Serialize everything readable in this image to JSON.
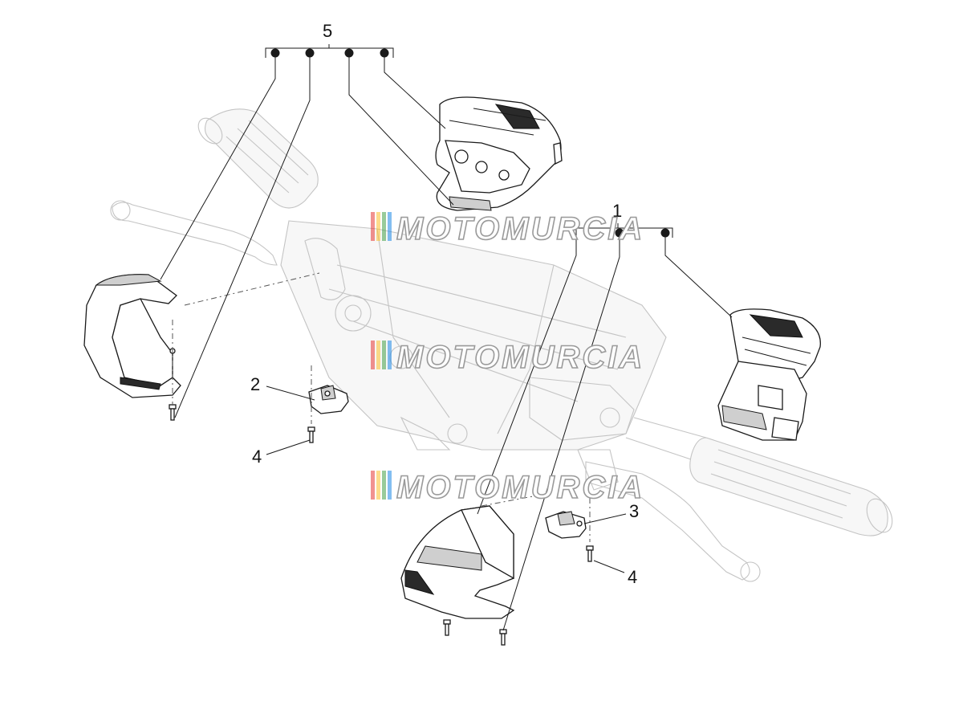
{
  "diagram": {
    "callouts": [
      {
        "id": "c1",
        "label": "1"
      },
      {
        "id": "c2",
        "label": "2"
      },
      {
        "id": "c3",
        "label": "3"
      },
      {
        "id": "c4a",
        "label": "4"
      },
      {
        "id": "c4b",
        "label": "4"
      },
      {
        "id": "c5",
        "label": "5"
      }
    ],
    "watermark": {
      "text": "MOTOMURCIA",
      "stripe_colors": [
        "#e53935",
        "#fbc02d",
        "#43a047",
        "#1e88e5"
      ]
    },
    "colors": {
      "line": "#1a1a1a",
      "ghost_line": "#c4c4c4",
      "background": "#ffffff"
    }
  }
}
